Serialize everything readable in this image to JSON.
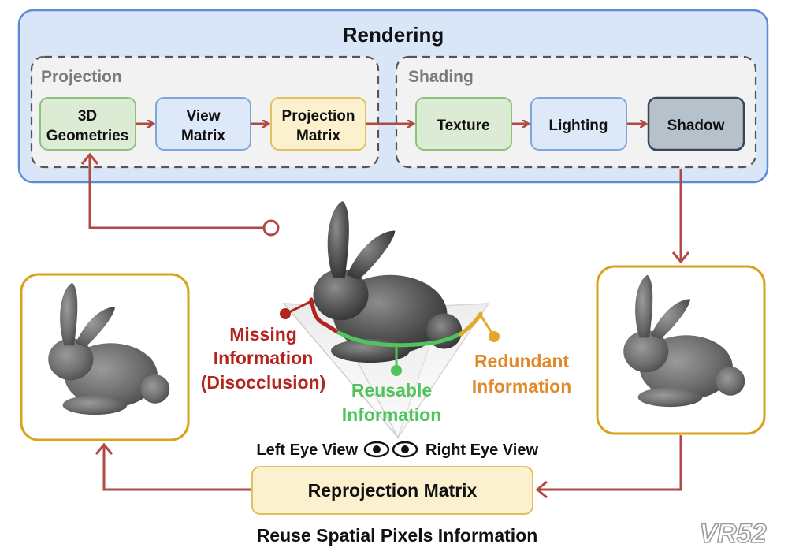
{
  "rendering": {
    "title": "Rendering",
    "projection": {
      "label": "Projection",
      "geometries": [
        "3D",
        "Geometries"
      ],
      "view_matrix": [
        "View",
        "Matrix"
      ],
      "projection_matrix": [
        "Projection",
        "Matrix"
      ]
    },
    "shading": {
      "label": "Shading",
      "texture": "Texture",
      "lighting": "Lighting",
      "shadow": "Shadow"
    }
  },
  "annotations": {
    "missing": [
      "Missing",
      "Information",
      "(Disocclusion)"
    ],
    "reusable": [
      "Reusable",
      "Information"
    ],
    "redundant": [
      "Redundant",
      "Information"
    ]
  },
  "eyes": {
    "left": "Left Eye View",
    "right": "Right Eye View"
  },
  "reprojection": {
    "label": "Reprojection Matrix",
    "caption": "Reuse Spatial Pixels Information"
  },
  "watermark": "VR52",
  "colors": {
    "missing": "#b3241e",
    "reusable": "#4ec45b",
    "redundant": "#e08a2c",
    "arrow": "#b04a47",
    "panel_border": "#d9a21b"
  }
}
